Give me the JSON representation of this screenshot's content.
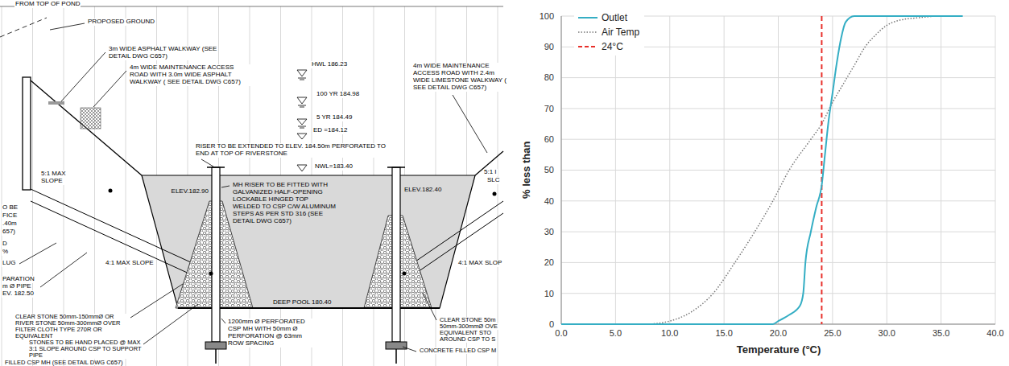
{
  "diagram": {
    "labels": [
      "FROM TOP OF POND",
      "PROPOSED GROUND",
      "3m WIDE ASPHALT WALKWAY (SEE DETAIL DWG C657)",
      "HWL 186.23",
      "4m WIDE MAINTENANCE ACCESS ROAD WITH 3.0m WIDE ASPHALT WALKWAY ( SEE DETAIL DWG C657)",
      "4m WIDE MAINTENANCE ACCESS ROAD WITH 2.4m WIDE LIMESTONE WALKWAY ( SEE DETAIL DWG C657)",
      "100 YR 184.98",
      "5 YR 184.49",
      "ED =184.12",
      "NWL=183.40",
      "RISER TO BE EXTENDED TO ELEV. 184.50m PERFORATED TO END AT TOP OF RIVERSTONE",
      "5:1 MAX SLOPE",
      "5:1 I",
      "SLC",
      "MH RISER TO BE FITTED WITH GALVANIZED HALF-OPENING LOCKABLE HINGED TOP WELDED TO CSP C/W ALUMINUM STEPS AS PER STD 316 (SEE DETAIL DWG C657)",
      "ELEV.182.90",
      "ELEV.182.40",
      "O BE",
      "FICE",
      ".40m",
      "657)",
      "D",
      "%",
      "LUG",
      "PARATION",
      "m Ø PIPE",
      "EV. 182.50",
      "4:1 MAX SLOPE",
      "4:1 MAX SLOP",
      "DEEP POOL 180.40",
      "CLEAR STONE 50mm-150mmØ OR RIVER STONE 50mm-300mmØ OVER FILTER CLOTH TYPE 270R OR EQUIVALENT",
      "STONES TO BE HAND PLACED @ MAX 3:1 SLOPE AROUND CSP TO SUPPORT PIPE",
      "1200mm Ø PERFORATED CSP MH WITH 50mm Ø PERFORATION @ 63mm ROW SPACING",
      "CLEAR STONE 50m",
      "50mm-300mmØ OVE",
      "EQUIVALENT STO",
      "AROUND CSP TO S",
      "CONCRETE FILLED CSP M",
      "FILLED CSP MH (SEE DETAIL DWG C657)",
      "100",
      "90",
      "80",
      "70",
      "60",
      "50",
      "40",
      "30",
      "20",
      "10",
      "0",
      "% less than",
      "0.0",
      "5.0",
      "10.0",
      "15.0",
      "20.0",
      "25.0",
      "30.0",
      "35.0",
      "40.0",
      "Temperature (°C)"
    ],
    "legend": [
      {
        "text": "Outlet"
      },
      {
        "text": "Air Temp"
      },
      {
        "text": "24°C"
      }
    ]
  }
}
